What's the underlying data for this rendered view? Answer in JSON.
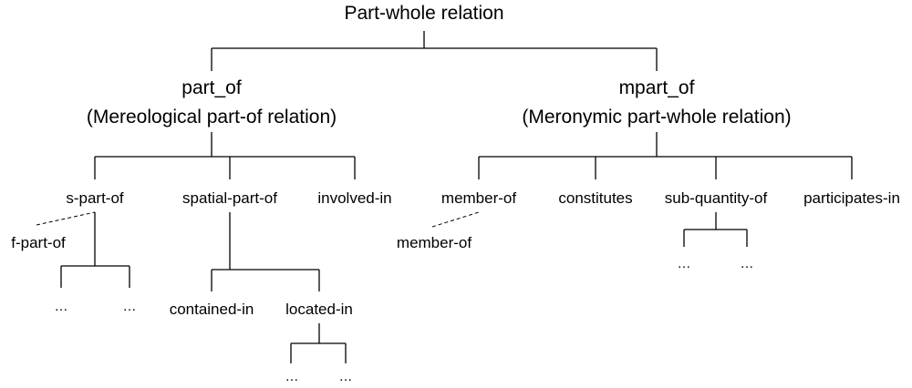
{
  "root": {
    "label": "Part-whole relation"
  },
  "left_branch": {
    "name": "part_of",
    "description": "(Mereological part-of relation)",
    "children": [
      {
        "label": "s-part-of"
      },
      {
        "label": "spatial-part-of"
      },
      {
        "label": "involved-in"
      }
    ],
    "s_part_of_variant": "f-part-of",
    "f_part_of_children": [
      "…",
      "…"
    ],
    "spatial_children": [
      {
        "label": "contained-in"
      },
      {
        "label": "located-in"
      }
    ],
    "located_in_children": [
      "…",
      "…"
    ]
  },
  "right_branch": {
    "name": "mpart_of",
    "description": "(Meronymic part-whole relation)",
    "children": [
      {
        "label": "member-of"
      },
      {
        "label": "constitutes"
      },
      {
        "label": "sub-quantity-of"
      },
      {
        "label": "participates-in"
      }
    ],
    "member_of_variant": "member-of",
    "sub_quantity_children": [
      "…",
      "…"
    ]
  }
}
